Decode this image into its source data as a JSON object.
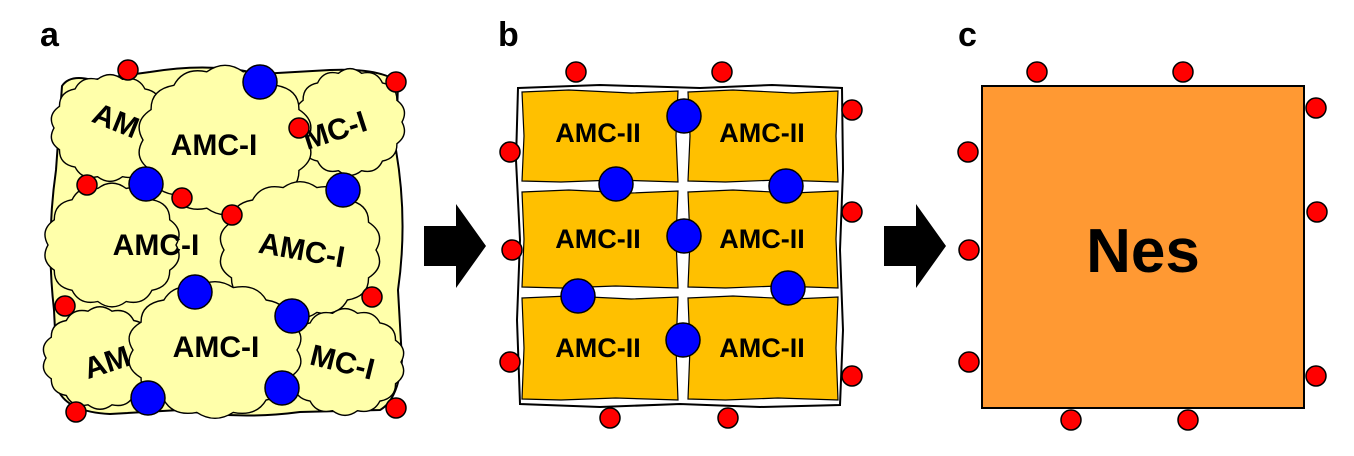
{
  "panels": {
    "a": {
      "letter": "a",
      "grain_label": "AMC-I",
      "partial_label_1": "AM",
      "partial_label_2": "MC-I"
    },
    "b": {
      "letter": "b",
      "grain_label": "AMC-II"
    },
    "c": {
      "letter": "c",
      "grain_label": "Nes"
    }
  },
  "colors": {
    "amc1_fill": "#FFFFAA",
    "amc2_fill": "#FFC000",
    "nes_fill": "#FF9933",
    "red_particle": "#FF0000",
    "blue_particle": "#0000FF",
    "outline": "#000000"
  },
  "icons": [
    "arrow-right-icon",
    "arrow-right-icon"
  ]
}
